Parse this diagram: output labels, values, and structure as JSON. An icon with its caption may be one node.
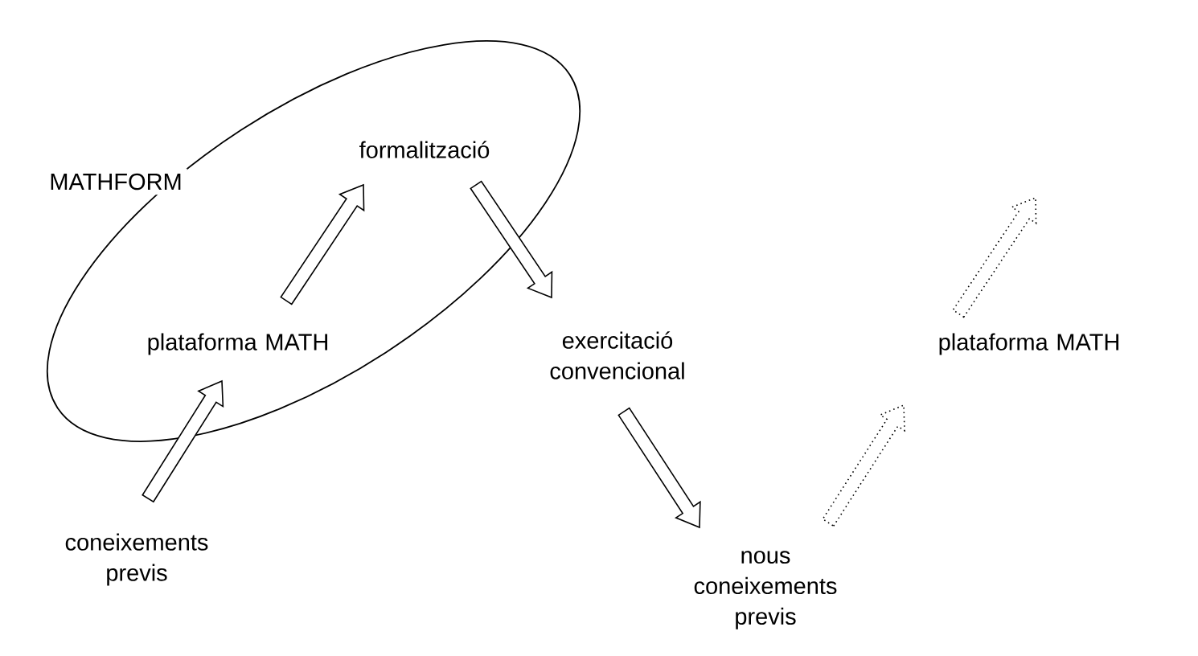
{
  "diagram": {
    "nodes": [
      {
        "text": [
          "MATHFORM"
        ]
      },
      {
        "text": [
          "formalització"
        ],
        "in": 0
      },
      {
        "text": [
          "plataforma MATH"
        ],
        "in": 0
      },
      {
        "text": [
          "exercitació convencional"
        ]
      },
      {
        "text": [
          "coneixements previs"
        ]
      },
      {
        "text": [
          "nous coneixements previs"
        ]
      },
      {
        "text": [
          "plataforma MATH"
        ]
      }
    ],
    "edges": [
      {
        "from": 4,
        "to": 2,
        "arrow": "to"
      },
      {
        "from": 2,
        "to": 1,
        "arrow": "to"
      },
      {
        "from": 1,
        "to": 3,
        "arrow": "to"
      },
      {
        "from": 3,
        "to": 5,
        "arrow": "to"
      },
      {
        "from": 5,
        "to": 6,
        "arrow": "to",
        "style": "dashed"
      },
      {
        "from": 6,
        "to": null,
        "arrow": "to",
        "style": "dashed"
      }
    ]
  }
}
